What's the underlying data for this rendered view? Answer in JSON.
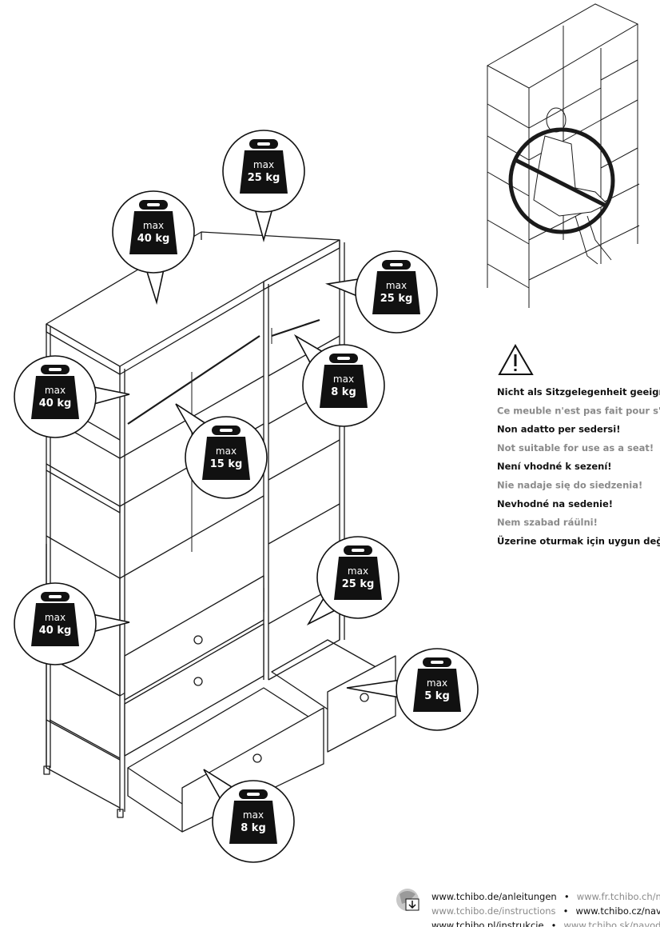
{
  "badges": [
    {
      "top": "max",
      "bottom": "25 kg"
    },
    {
      "top": "max",
      "bottom": "40 kg"
    },
    {
      "top": "max",
      "bottom": "25 kg"
    },
    {
      "top": "max",
      "bottom": "40 kg"
    },
    {
      "top": "max",
      "bottom": "8 kg"
    },
    {
      "top": "max",
      "bottom": "15 kg"
    },
    {
      "top": "max",
      "bottom": "25 kg"
    },
    {
      "top": "max",
      "bottom": "40 kg"
    },
    {
      "top": "max",
      "bottom": "5 kg"
    },
    {
      "top": "max",
      "bottom": "8 kg"
    }
  ],
  "warning": {
    "icon": "warning-triangle-icon",
    "lines": [
      {
        "text": "Nicht als Sitzgelegenheit geeignet!",
        "tone": "dark"
      },
      {
        "text": "Ce meuble n'est pas fait pour s'asse",
        "tone": "grey"
      },
      {
        "text": "Non adatto per sedersi!",
        "tone": "dark"
      },
      {
        "text": "Not suitable for use as a seat!",
        "tone": "grey"
      },
      {
        "text": "Není vhodné k sezení!",
        "tone": "dark"
      },
      {
        "text": "Nie nadaje się do siedzenia!",
        "tone": "grey"
      },
      {
        "text": "Nevhodné na sedenie!",
        "tone": "dark"
      },
      {
        "text": "Nem szabad ráülni!",
        "tone": "grey"
      },
      {
        "text": "Üzerine oturmak için uygun değildir",
        "tone": "dark"
      }
    ]
  },
  "footer": {
    "icon": "globe-download-icon",
    "row1_a": "www.tchibo.de/anleitungen",
    "row1_b": "www.fr.tchibo.ch/notices",
    "row2_a": "www.tchibo.de/instructions",
    "row2_b": "www.tchibo.cz/navody",
    "row3_a": "www.tchibo.pl/instrukcje",
    "row3_b": "www.tchibo.sk/navody",
    "separator": "•"
  }
}
